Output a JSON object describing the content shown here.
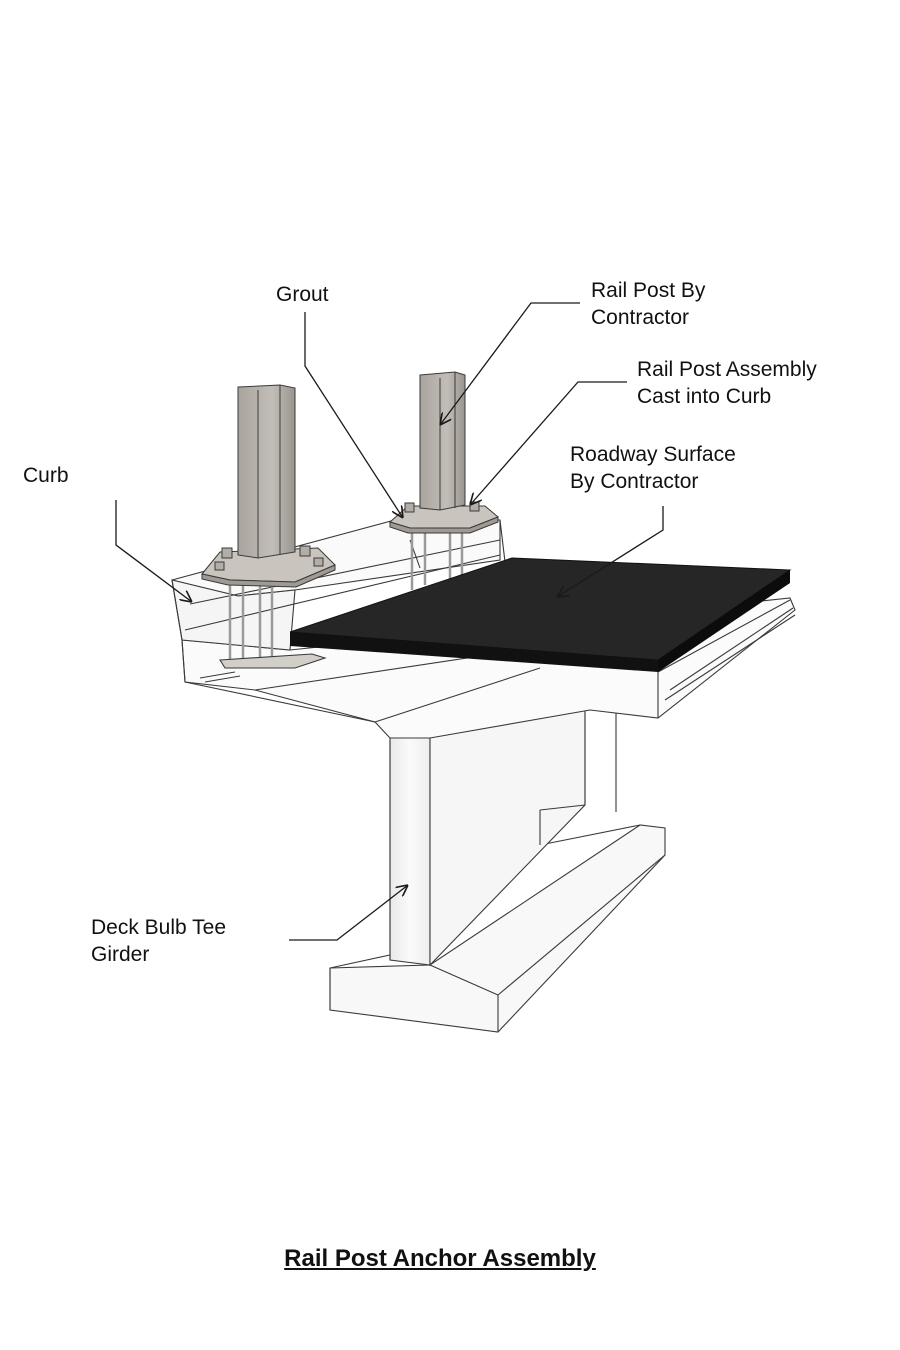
{
  "labels": {
    "curb": "Curb",
    "grout": "Grout",
    "rail_post": "Rail Post By\nContractor",
    "rail_post_assembly": "Rail Post Assembly\nCast into Curb",
    "roadway_surface": "Roadway Surface\nBy Contractor",
    "girder": "Deck Bulb Tee\nGirder"
  },
  "title": "Rail Post Anchor Assembly",
  "colors": {
    "line": "#2a2a2a",
    "roadway_surface": "#262626",
    "steel_post": "#bdb8b1",
    "steel_post_dark": "#8f8a84",
    "base_plate": "#c9c4bd",
    "concrete_fill": "#f7f7f7"
  }
}
